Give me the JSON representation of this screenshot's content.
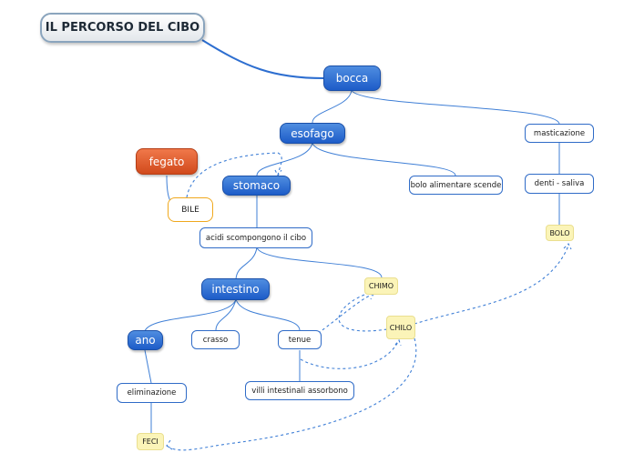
{
  "title": "IL PERCORSO DEL CIBO",
  "nodes": {
    "bocca": "bocca",
    "esofago": "esofago",
    "masticazione": "masticazione",
    "denti_saliva": "denti - saliva",
    "bolo": "BOLO",
    "fegato": "fegato",
    "bile": "BILE",
    "stomaco": "stomaco",
    "bolo_alimentare": "bolo alimentare scende",
    "acidi": "acidi  scompongono il cibo",
    "intestino": "intestino",
    "chimo": "CHIMO",
    "chilo": "CHILO",
    "ano": "ano",
    "crasso": "crasso",
    "tenue": "tenue",
    "eliminazione": "eliminazione",
    "villi": "villi intestinali assorbono",
    "feci": "FECI"
  },
  "colors": {
    "main_topic": "#1d5cc8",
    "highlight_topic": "#d14a1c",
    "subtopic_border": "#2f6bc7",
    "note_fill": "#fbf4b8",
    "connector": "#3f7fd6"
  }
}
